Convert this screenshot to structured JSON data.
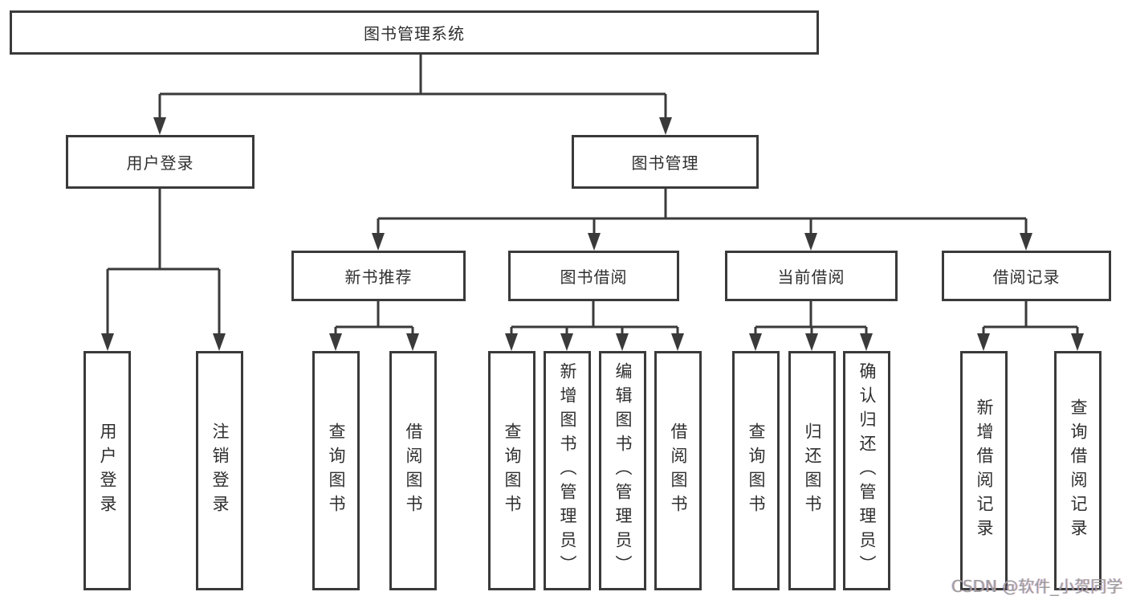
{
  "tree": {
    "root": "图书管理系统",
    "children": [
      {
        "label": "用户登录",
        "children": [
          {
            "label": "用户登录"
          },
          {
            "label": "注销登录"
          }
        ]
      },
      {
        "label": "图书管理",
        "children": [
          {
            "label": "新书推荐",
            "children": [
              {
                "label": "查询图书"
              },
              {
                "label": "借阅图书"
              }
            ]
          },
          {
            "label": "图书借阅",
            "children": [
              {
                "label": "查询图书"
              },
              {
                "label": "新增图书（管理员）"
              },
              {
                "label": "编辑图书（管理员）"
              },
              {
                "label": "借阅图书"
              }
            ]
          },
          {
            "label": "当前借阅",
            "children": [
              {
                "label": "查询图书"
              },
              {
                "label": "归还图书"
              },
              {
                "label": "确认归还（管理员）"
              }
            ]
          },
          {
            "label": "借阅记录",
            "children": [
              {
                "label": "新增借阅记录"
              },
              {
                "label": "查询借阅记录"
              }
            ]
          }
        ]
      }
    ]
  },
  "watermark": "CSDN @软件_小贺同学",
  "colors": {
    "line": "#3a3a3a",
    "text": "#2f2f2f",
    "watermark": "#9d9d9d",
    "background": "#ffffff"
  }
}
